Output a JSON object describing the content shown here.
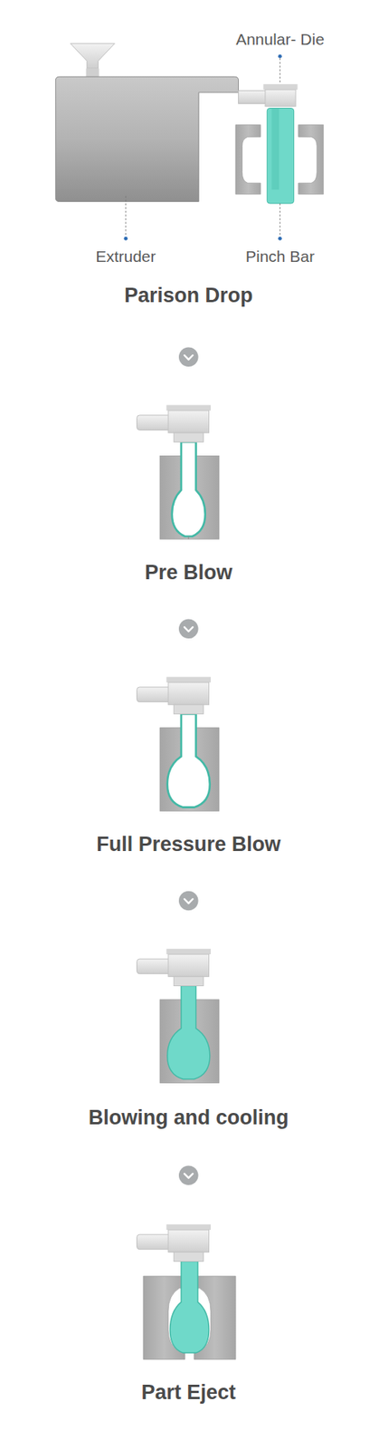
{
  "diagram": {
    "labels": [
      "Annular- Die",
      "Extruder",
      "Pinch Bar",
      "Parison Drop",
      "Pre Blow",
      "Full Pressure Blow",
      "Blowing and cooling",
      "Part Eject"
    ]
  }
}
